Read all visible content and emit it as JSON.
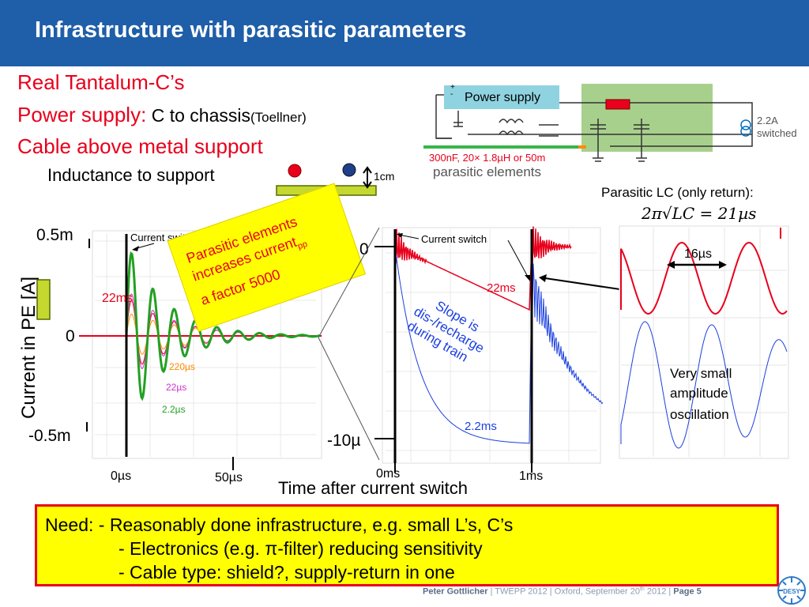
{
  "title": "Infrastructure with parasitic parameters",
  "bullets": {
    "line1": "Real Tantalum-C’s",
    "line2_red": "Power supply:",
    "line2_black": " C to chassis",
    "line2_small": "(Toellner)",
    "line3": "Cable above metal support",
    "line4": "Inductance to support",
    "cm_label": "1cm"
  },
  "circuit": {
    "power_supply_label": "Power supply",
    "plus": "+",
    "minus": "-",
    "current_label_1": "2.2A",
    "current_label_2": "switched",
    "parasitic_values": "300nF, 20× 1.8µH or 50m",
    "parasitic_text": "parasitic elements"
  },
  "lc_note": {
    "title": "Parasitic LC (only return):",
    "formula": "2π√LC = 21µs",
    "period": "16µs",
    "oscillation_note": [
      "Very small",
      "amplitude",
      "oscillation"
    ]
  },
  "chart_data": [
    {
      "type": "line",
      "ylabel": "Current in PE [A]",
      "y_ticks": [
        "0.5m",
        "0",
        "-0.5m"
      ],
      "x_ticks": [
        "0µs",
        "50µs"
      ],
      "switch_label": "Current switch",
      "series": [
        {
          "name": "22ms",
          "color": "#e8001c"
        },
        {
          "name": "220µs",
          "color": "#ff8800"
        },
        {
          "name": "22µs",
          "color": "#cc33cc"
        },
        {
          "name": "2.2µs",
          "color": "#22a022"
        }
      ],
      "annotation_box": {
        "text_main": "Parasitic elements increases current",
        "subscript": "pp",
        "text_end": "a factor 5000",
        "lines": [
          "Parasitic elements",
          "increases current",
          "a factor 5000"
        ]
      }
    },
    {
      "type": "line",
      "y_ticks": [
        "0",
        "-10µ"
      ],
      "x_ticks": [
        "0ms",
        "1ms"
      ],
      "xlabel": "Time after current switch",
      "switch_label": "Current switch",
      "series": [
        {
          "name": "22ms",
          "color": "#e8001c"
        },
        {
          "name": "2.2ms",
          "color": "#1b3fe0"
        }
      ],
      "annotation_lines": [
        "Slope is",
        "dis-/recharge",
        "during train"
      ]
    },
    {
      "type": "line",
      "series": [
        {
          "name": "",
          "color": "#e8001c"
        },
        {
          "name": "",
          "color": "#1b3fe0"
        }
      ]
    }
  ],
  "need": {
    "line1": "Need:  - Reasonably done infrastructure, e.g. small L’s, C’s",
    "line2": "- Electronics (e.g. π-filter) reducing sensitivity",
    "line3": "- Cable type: shield?,  supply-return in one"
  },
  "footer": {
    "author": "Peter Gottlicher",
    "sep1": "  |  TWEPP 2012 |  Oxford, September 20",
    "th": "th",
    "sep2": " 2012  |  ",
    "page": "Page 5"
  },
  "logo_text": "DESY",
  "colors": {
    "title_bar": "#1f5ea8",
    "accent_red": "#e8001c",
    "highlight": "#ffff00"
  }
}
